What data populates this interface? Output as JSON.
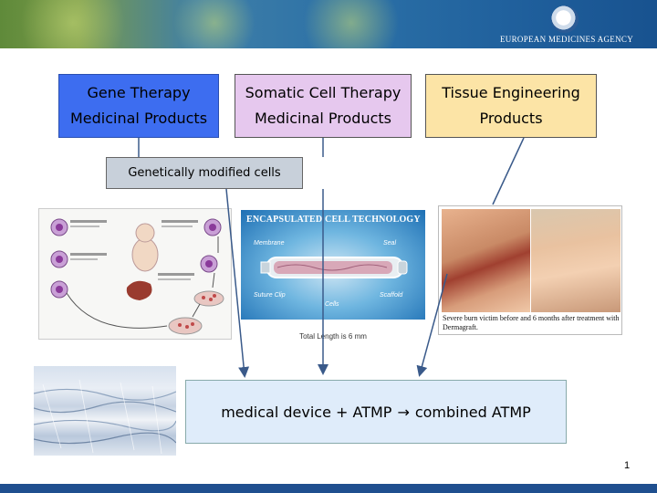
{
  "header": {
    "agency_name": "EUROPEAN MEDICINES AGENCY",
    "logo_icon": "ema-logo-icon"
  },
  "categories": {
    "gene": {
      "label": "Gene Therapy\nMedicinal Products",
      "color": "#3d6df0"
    },
    "somatic": {
      "label": "Somatic Cell Therapy\nMedicinal Products",
      "color": "#e6c8ee"
    },
    "tissue": {
      "label": "Tissue Engineering\nProducts",
      "color": "#fce4a6"
    }
  },
  "genetically_modified": {
    "label": "Genetically modified cells"
  },
  "images": {
    "ect": {
      "title": "ENCAPSULATED CELL TECHNOLOGY",
      "labels": {
        "membrane": "Membrane",
        "seal": "Seal",
        "suture_clip": "Suture Clip",
        "cells": "Cells",
        "scaffold": "Scaffold"
      },
      "caption": "Total Length is 6 mm"
    },
    "burn": {
      "caption": "Severe burn victim before and 6 months after treatment with Dermagraft."
    }
  },
  "combined": {
    "left": "medical device + ATMP",
    "arrow_icon": "right-arrow-icon",
    "right": "combined ATMP"
  },
  "footer": {
    "page_number": "1",
    "bar_color": "#1f4f8f"
  }
}
